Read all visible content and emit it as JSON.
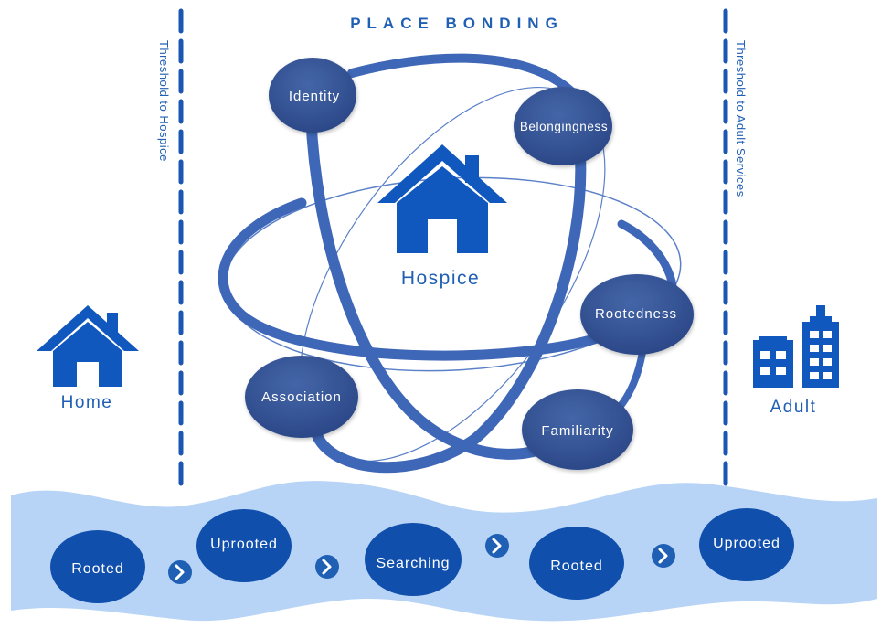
{
  "title": "PLACE BONDING",
  "thresholds": {
    "left": "Threshold to Hospice",
    "right": "Threshold to Adult Services"
  },
  "places": {
    "home": "Home",
    "hospice": "Hospice",
    "adult": "Adult"
  },
  "bonds": {
    "identity": "Identity",
    "belongingness": "Belongingness",
    "rootedness": "Rootedness",
    "association": "Association",
    "familiarity": "Familiarity"
  },
  "journey": [
    "Rooted",
    "Uprooted",
    "Searching",
    "Rooted",
    "Uprooted"
  ],
  "colors": {
    "title": "#1f5fb4",
    "orbit": "#3f67b7",
    "node": "#2f4f93",
    "house": "#1158be",
    "river": "#b7d4f6",
    "journey_node": "#114fad",
    "arrow": "#1f5fb4"
  },
  "icons": [
    "home-icon",
    "hospice-icon",
    "adult-buildings-icon",
    "chevron-right-icon"
  ]
}
